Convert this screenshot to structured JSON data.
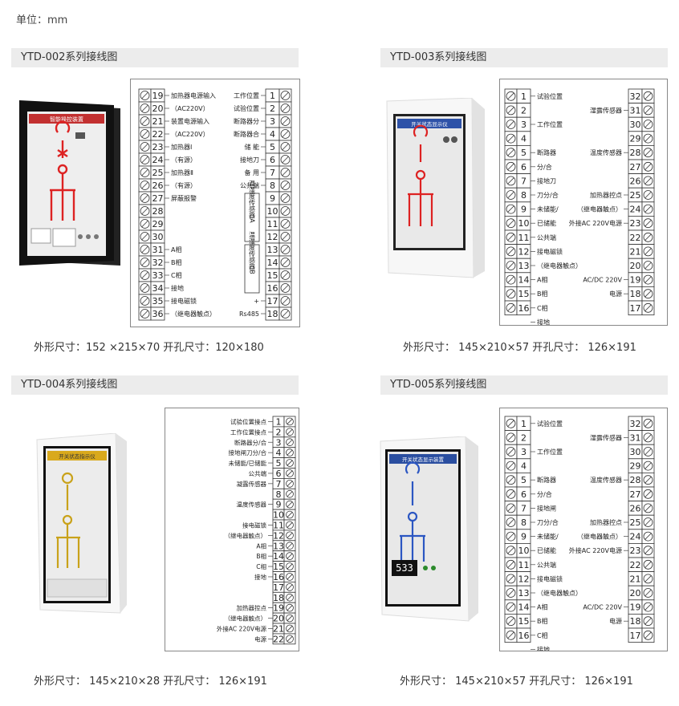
{
  "unit_label": "单位：mm",
  "sections": [
    {
      "id": "ytd002",
      "title": "YTD-002系列接线图",
      "caption": "外形尺寸：152 ×215×70   开孔尺寸：120×180",
      "panel_title": "智能操控装置",
      "left_terms": [
        "19",
        "20",
        "21",
        "22",
        "23",
        "24",
        "25",
        "26",
        "27",
        "28",
        "29",
        "30",
        "31",
        "32",
        "33",
        "34",
        "35",
        "36"
      ],
      "right_terms": [
        "1",
        "2",
        "3",
        "4",
        "5",
        "6",
        "7",
        "8",
        "9",
        "10",
        "11",
        "12",
        "13",
        "14",
        "15",
        "16",
        "17",
        "18"
      ],
      "left_labels": [
        {
          "row": 0,
          "text": "加热器电源输入"
        },
        {
          "row": 1,
          "text": "（AC220V）"
        },
        {
          "row": 2,
          "text": "装置电源输入"
        },
        {
          "row": 3,
          "text": "（AC220V）"
        },
        {
          "row": 4,
          "text": "加热器Ⅰ"
        },
        {
          "row": 5,
          "text": "（有源）"
        },
        {
          "row": 6,
          "text": "加热器Ⅱ"
        },
        {
          "row": 7,
          "text": "（有源）"
        },
        {
          "row": 8,
          "text": "屏蔽报警"
        },
        {
          "row": 12,
          "text": "A相"
        },
        {
          "row": 13,
          "text": "B相"
        },
        {
          "row": 14,
          "text": "C相"
        },
        {
          "row": 15,
          "text": "接地"
        },
        {
          "row": 16,
          "text": "接电磁锁"
        },
        {
          "row": 17,
          "text": "（继电器触点）"
        }
      ],
      "right_labels": [
        {
          "row": 0,
          "text": "工作位置"
        },
        {
          "row": 1,
          "text": "试验位置"
        },
        {
          "row": 2,
          "text": "断路器分"
        },
        {
          "row": 3,
          "text": "断路器合"
        },
        {
          "row": 4,
          "text": "储  能"
        },
        {
          "row": 5,
          "text": "接地刀"
        },
        {
          "row": 6,
          "text": "备  用"
        },
        {
          "row": 7,
          "text": "公共端"
        },
        {
          "row": 16,
          "text": "+"
        },
        {
          "row": 17,
          "text": "Rs485"
        }
      ],
      "box_labels": [
        "温湿度传感器A",
        "温湿度传感器B"
      ]
    },
    {
      "id": "ytd003",
      "title": "YTD-003系列接线图",
      "caption": "外形尺寸： 145×210×57   开孔尺寸：  126×191",
      "panel_title": "开关状态显示仪",
      "left_terms": [
        "1",
        "2",
        "3",
        "4",
        "5",
        "6",
        "7",
        "8",
        "9",
        "10",
        "11",
        "12",
        "13",
        "14",
        "15",
        "16"
      ],
      "right_terms": [
        "32",
        "31",
        "30",
        "29",
        "28",
        "27",
        "26",
        "25",
        "24",
        "23",
        "22",
        "21",
        "20",
        "19",
        "18",
        "17"
      ],
      "left_labels": [
        {
          "row": 0,
          "text": "试验位置"
        },
        {
          "row": 2,
          "text": "工作位置"
        },
        {
          "row": 4,
          "text": "断路器"
        },
        {
          "row": 5,
          "text": "分/合"
        },
        {
          "row": 6,
          "text": "接地刀"
        },
        {
          "row": 7,
          "text": "刀分/合"
        },
        {
          "row": 8,
          "text": "未储能/"
        },
        {
          "row": 9,
          "text": "已储能"
        },
        {
          "row": 10,
          "text": "公共端"
        },
        {
          "row": 11,
          "text": "接电磁锁"
        },
        {
          "row": 12,
          "text": "（继电器触点）"
        },
        {
          "row": 13,
          "text": "A相"
        },
        {
          "row": 14,
          "text": "B相"
        },
        {
          "row": 15,
          "text": "C相"
        },
        {
          "row": 16,
          "text": "接地"
        }
      ],
      "right_labels": [
        {
          "row": 1,
          "text": "湿露传感器"
        },
        {
          "row": 4,
          "text": "温度传感器"
        },
        {
          "row": 7,
          "text": "加热器控点"
        },
        {
          "row": 8,
          "text": "（继电器触点）"
        },
        {
          "row": 9,
          "text": "外接AC 220V电源"
        },
        {
          "row": 13,
          "text": "AC/DC 220V"
        },
        {
          "row": 14,
          "text": "电源"
        }
      ],
      "box_labels": []
    },
    {
      "id": "ytd004",
      "title": "YTD-004系列接线图",
      "caption": "外形尺寸：  145×210×28 开孔尺寸：  126×191",
      "panel_title": "开关状态指示仪",
      "left_terms": [],
      "right_terms": [
        "1",
        "2",
        "3",
        "4",
        "5",
        "6",
        "7",
        "8",
        "9",
        "10",
        "11",
        "12",
        "13",
        "14",
        "15",
        "16",
        "17",
        "18",
        "19",
        "20",
        "21",
        "22"
      ],
      "left_labels": [],
      "right_labels": [
        {
          "row": 0,
          "text": "试验位置接点"
        },
        {
          "row": 1,
          "text": "工作位置接点"
        },
        {
          "row": 2,
          "text": "断路器分/合"
        },
        {
          "row": 3,
          "text": "接地闸刀分/合"
        },
        {
          "row": 4,
          "text": "未储能/已储能"
        },
        {
          "row": 5,
          "text": "公共端"
        },
        {
          "row": 6,
          "text": "凝露传感器"
        },
        {
          "row": 8,
          "text": "温度传感器"
        },
        {
          "row": 10,
          "text": "接电磁锁"
        },
        {
          "row": 11,
          "text": "（继电器触点）"
        },
        {
          "row": 12,
          "text": "A相"
        },
        {
          "row": 13,
          "text": "B相"
        },
        {
          "row": 14,
          "text": "C相"
        },
        {
          "row": 15,
          "text": "接地"
        },
        {
          "row": 18,
          "text": "加热器控点"
        },
        {
          "row": 19,
          "text": "（继电器触点）"
        },
        {
          "row": 20,
          "text": "外接AC 220V电源"
        },
        {
          "row": 21,
          "text": "电源"
        }
      ],
      "box_labels": []
    },
    {
      "id": "ytd005",
      "title": "YTD-005系列接线图",
      "caption": "外形尺寸：  145×210×57 开孔尺寸：  126×191",
      "panel_title": "开关状态显示装置",
      "left_terms": [
        "1",
        "2",
        "3",
        "4",
        "5",
        "6",
        "7",
        "8",
        "9",
        "10",
        "11",
        "12",
        "13",
        "14",
        "15",
        "16"
      ],
      "right_terms": [
        "32",
        "31",
        "30",
        "29",
        "28",
        "27",
        "26",
        "25",
        "24",
        "23",
        "22",
        "21",
        "20",
        "19",
        "18",
        "17"
      ],
      "left_labels": [
        {
          "row": 0,
          "text": "试验位置"
        },
        {
          "row": 2,
          "text": "工作位置"
        },
        {
          "row": 4,
          "text": "断路器"
        },
        {
          "row": 5,
          "text": "分/合"
        },
        {
          "row": 6,
          "text": "接地闸"
        },
        {
          "row": 7,
          "text": "刀分/合"
        },
        {
          "row": 8,
          "text": "未储能/"
        },
        {
          "row": 9,
          "text": "已储能"
        },
        {
          "row": 10,
          "text": "公共端"
        },
        {
          "row": 11,
          "text": "接电磁锁"
        },
        {
          "row": 12,
          "text": "（继电器触点）"
        },
        {
          "row": 13,
          "text": "A相"
        },
        {
          "row": 14,
          "text": "B相"
        },
        {
          "row": 15,
          "text": "C相"
        },
        {
          "row": 16,
          "text": "接地"
        }
      ],
      "right_labels": [
        {
          "row": 1,
          "text": "湿露传感器"
        },
        {
          "row": 4,
          "text": "温度传感器"
        },
        {
          "row": 7,
          "text": "加热器控点"
        },
        {
          "row": 8,
          "text": "（继电器触点）"
        },
        {
          "row": 9,
          "text": "外接AC 220V电源"
        },
        {
          "row": 13,
          "text": "AC/DC 220V"
        },
        {
          "row": 14,
          "text": "电源"
        }
      ],
      "box_labels": []
    }
  ],
  "display_readout": "533"
}
